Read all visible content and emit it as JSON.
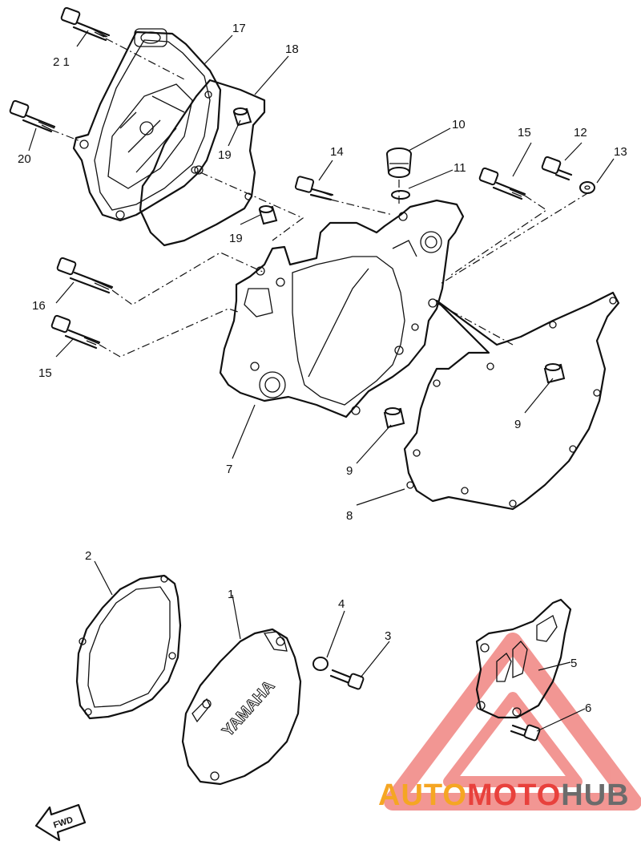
{
  "labels": {
    "p1": "1",
    "p2": "2",
    "p3": "3",
    "p4": "4",
    "p5": "5",
    "p6": "6",
    "p7": "7",
    "p8": "8",
    "p9a": "9",
    "p9b": "9",
    "p10": "10",
    "p11": "11",
    "p12": "12",
    "p13": "13",
    "p14": "14",
    "p15a": "15",
    "p15b": "15",
    "p16": "16",
    "p17": "17",
    "p18": "18",
    "p19a": "19",
    "p19b": "19",
    "p20": "20",
    "p21": "2 1"
  },
  "cover_logo": "YAMAHA",
  "fwd_arrow": "FWD",
  "watermark": {
    "part1": "AUTO",
    "part2": "MOTO",
    "part3": "HUB",
    "color_orange": "#f5a623",
    "color_red": "#e8413c",
    "color_grey": "#6b6b6b"
  }
}
